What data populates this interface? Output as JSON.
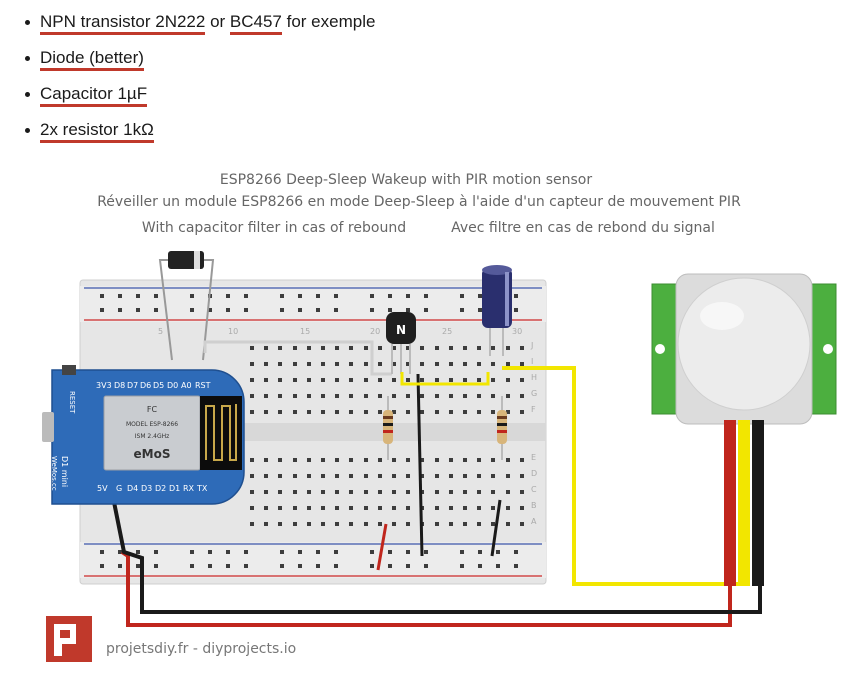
{
  "list": {
    "item1": {
      "link1": "NPN transistor 2N222",
      "sep": " or ",
      "link2": "BC457",
      "tail": " for exemple"
    },
    "item2": {
      "link": "Diode (better)"
    },
    "item3": {
      "link": "Capacitor 1µF"
    },
    "item4": {
      "link": "2x resistor 1kΩ"
    }
  },
  "diagram": {
    "title_line1": "ESP8266 Deep-Sleep Wakeup with PIR motion sensor",
    "title_line2": "Réveiller un module ESP8266 en mode Deep-Sleep à l'aide d'un capteur de mouvement PIR",
    "note_left": "With capacitor filter in cas of rebound",
    "note_right": "Avec filtre en cas de rebond du signal",
    "board": {
      "top_pins": [
        "3V3",
        "D8",
        "D7",
        "D6",
        "D5",
        "D0",
        "A0",
        "RST"
      ],
      "bottom_pins": [
        "5V",
        "G",
        "D4",
        "D3",
        "D2",
        "D1",
        "RX",
        "TX"
      ],
      "reset": "RESET",
      "name1": "D1 mini",
      "name2": "WeMos.cc",
      "chip_lines": [
        "FC",
        "MODEL ESP-8266",
        "ISM 2.4GHz",
        "eMoS"
      ]
    },
    "transistor_label": "N",
    "breadboard_row_letters": [
      "J",
      "I",
      "H",
      "G",
      "F",
      "E",
      "D",
      "C",
      "B",
      "A"
    ],
    "breadboard_col_numbers": [
      "5",
      "10",
      "15",
      "20",
      "25",
      "30"
    ],
    "footer": "projetsdiy.fr - diyprojects.io"
  },
  "colors": {
    "link_underline": "#c0392b",
    "board_blue": "#2e6bb8",
    "pir_green": "#4caf3f",
    "wire_yellow": "#f2e600",
    "wire_red": "#c0261d",
    "wire_black": "#1a1a1a",
    "logo_red": "#c0392b"
  }
}
